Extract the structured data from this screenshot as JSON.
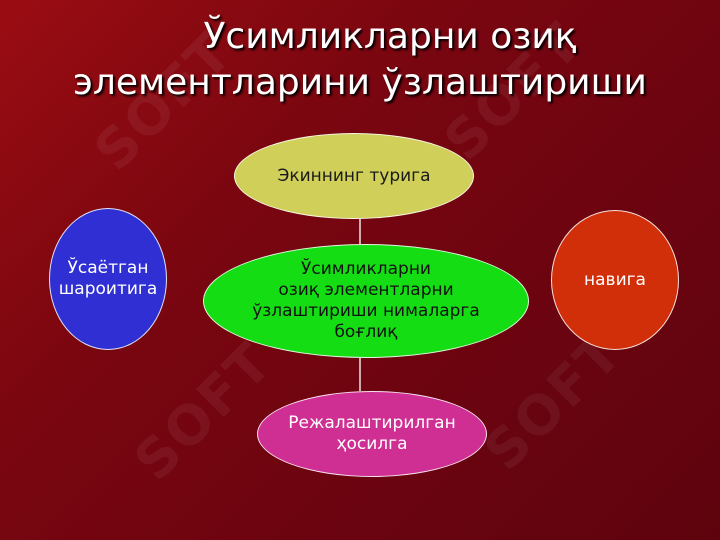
{
  "title": {
    "line1": "Ўсимликларни озиқ",
    "line2": "элементларини ўзлаштириши"
  },
  "diagram": {
    "center": "Ўсимликларни\nозиқ элементларни\nўзлаштириши нималарга\nбоғлиқ",
    "top": "Экиннинг турига",
    "bottom": "Режалаштирилган\nҳосилга",
    "left": "Ўсаётган\nшароитига",
    "right": "навига"
  },
  "colors": {
    "background": "#7a0610",
    "top_node": "#cfcf59",
    "center_node": "#14dd14",
    "bottom_node": "#cf2f93",
    "left_node": "#2f2fd3",
    "right_node": "#d12f0a"
  },
  "watermark": "SOFT"
}
